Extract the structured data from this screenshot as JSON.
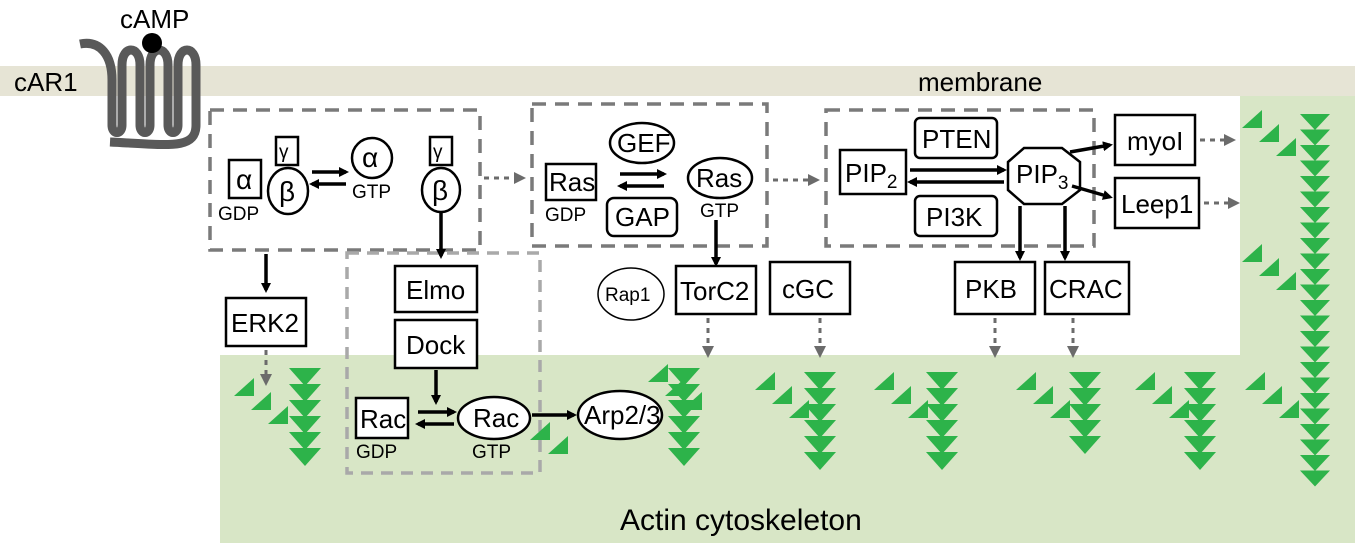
{
  "receptor": {
    "label": "cAR1",
    "ligand": "cAMP"
  },
  "membrane_label": "membrane",
  "bottom_label": "Actin cytoskeleton",
  "g_protein": {
    "alpha": "α",
    "beta": "β",
    "gamma": "γ",
    "gdp": "GDP",
    "gtp": "GTP"
  },
  "ras_module": {
    "ras": "Ras",
    "gef": "GEF",
    "gap": "GAP",
    "gdp": "GDP",
    "gtp": "GTP"
  },
  "pip_module": {
    "pip2": "PIP",
    "pip3": "PIP",
    "pip2_sub": "2",
    "pip3_sub": "3",
    "pten": "PTEN",
    "pi3k": "PI3K"
  },
  "effectors": {
    "myoi": "myoI",
    "leep1": "Leep1",
    "erk2": "ERK2",
    "elmo": "Elmo",
    "dock": "Dock",
    "rac": "Rac",
    "rac_gdp": "GDP",
    "rac_gtp": "GTP",
    "arp": "Arp2/3",
    "rap1": "Rap1",
    "torc2": "TorC2",
    "cgc": "cGC",
    "pkb": "PKB",
    "crac": "CRAC"
  },
  "colors": {
    "membrane": "#e6e4d5",
    "cytoskeleton": "#d8e6c6",
    "filament": "#2db34a",
    "dashed_frame": "#7a7a7a",
    "receptor": "#595959"
  }
}
